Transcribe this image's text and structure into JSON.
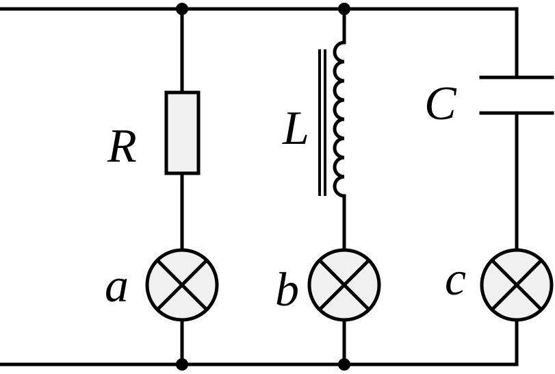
{
  "colors": {
    "wire": "#000000",
    "component_fill": "#f0f0f0",
    "background": "#ffffff"
  },
  "labels": {
    "resistor": "R",
    "inductor": "L",
    "capacitor": "C",
    "lamp_a": "a",
    "lamp_b": "b",
    "lamp_c": "c"
  }
}
